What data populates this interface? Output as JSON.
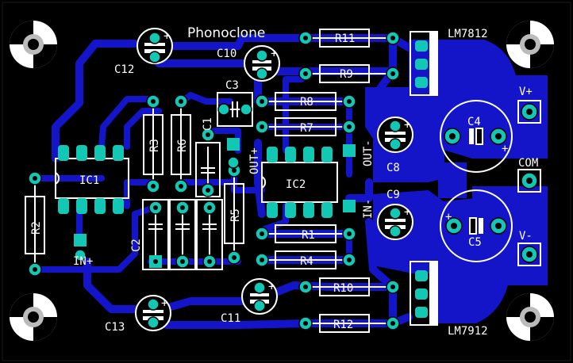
{
  "board": {
    "title": "Phonoclone",
    "background_color": "#000000",
    "copper_color": "#1414c8",
    "pad_color": "#12c8b4",
    "silkscreen_color": "#ffffff"
  },
  "components": {
    "ic1": "IC1",
    "ic2": "IC2",
    "r1": "R1",
    "r2": "R2",
    "r3": "R3",
    "r4": "R4",
    "r5": "R5",
    "r6": "R6",
    "r7": "R7",
    "r8": "R8",
    "r9": "R9",
    "r10": "R10",
    "r11": "R11",
    "r12": "R12",
    "c1": "C1",
    "c2": "C2",
    "c3": "C3",
    "c4": "C4",
    "c5": "C5",
    "c8": "C8",
    "c9": "C9",
    "c10": "C10",
    "c11": "C11",
    "c12": "C12",
    "c13": "C13",
    "reg_pos": "LM7812",
    "reg_neg": "LM7912"
  },
  "connectors": {
    "vplus": "V+",
    "com": "COM",
    "vminus": "V-",
    "in_plus": "IN+",
    "in_minus": "IN-",
    "out_plus": "OUT+",
    "out_minus": "OUT-"
  },
  "polarity": {
    "plus": "+"
  }
}
